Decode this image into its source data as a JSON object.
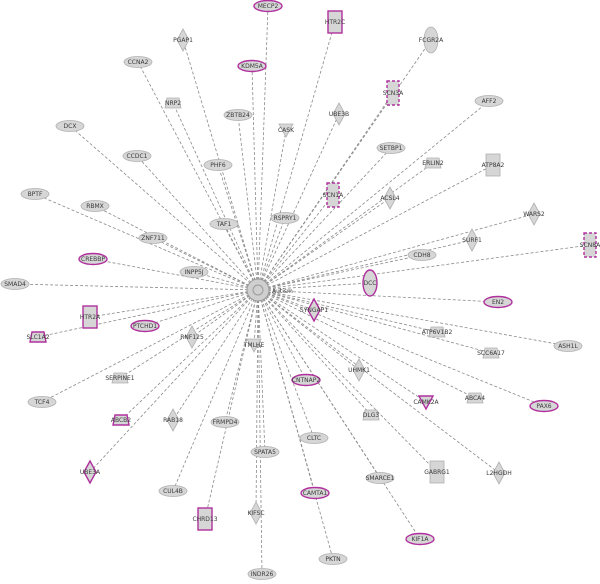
{
  "hub": {
    "label": "Autism"
  },
  "nodes": [
    {
      "id": "mecp2",
      "label": "MECP2",
      "shape": "ellipse",
      "hl": true
    },
    {
      "id": "htr2c",
      "label": "HTR2C",
      "shape": "rect",
      "hl": true
    },
    {
      "id": "pgap1",
      "label": "PGAP1",
      "shape": "diamond",
      "hl": false
    },
    {
      "id": "fcgr2a",
      "label": "FCGR2A",
      "shape": "ellipse-v",
      "hl": false
    },
    {
      "id": "ccna2",
      "label": "CCNA2",
      "shape": "ellipse",
      "hl": false
    },
    {
      "id": "kdm5a",
      "label": "KDM5A",
      "shape": "ellipse",
      "hl": true
    },
    {
      "id": "scn3a",
      "label": "SCN3A",
      "shape": "rect-dash",
      "hl": true
    },
    {
      "id": "nrp2",
      "label": "NRP2",
      "shape": "trapezoid",
      "hl": false
    },
    {
      "id": "zbtb24",
      "label": "ZBTB24",
      "shape": "ellipse",
      "hl": false
    },
    {
      "id": "ube3b",
      "label": "UBE3B",
      "shape": "diamond",
      "hl": false
    },
    {
      "id": "aff2",
      "label": "AFF2",
      "shape": "ellipse",
      "hl": false
    },
    {
      "id": "dcx",
      "label": "DCX",
      "shape": "ellipse",
      "hl": false
    },
    {
      "id": "cask",
      "label": "CASK",
      "shape": "triangle",
      "hl": false
    },
    {
      "id": "ccdc1",
      "label": "CCDC1",
      "shape": "ellipse",
      "hl": false
    },
    {
      "id": "phf6",
      "label": "PHF6",
      "shape": "ellipse",
      "hl": false
    },
    {
      "id": "setbp1",
      "label": "SETBP1",
      "shape": "ellipse",
      "hl": false
    },
    {
      "id": "erlin2",
      "label": "ERLIN2",
      "shape": "trapezoid",
      "hl": false
    },
    {
      "id": "atp8a2",
      "label": "ATP8A2",
      "shape": "rect",
      "hl": false
    },
    {
      "id": "bptf",
      "label": "BPTF",
      "shape": "ellipse",
      "hl": false
    },
    {
      "id": "scn1a",
      "label": "SCN1A",
      "shape": "rect-dash",
      "hl": true
    },
    {
      "id": "acsl4",
      "label": "ACSL4",
      "shape": "diamond",
      "hl": false
    },
    {
      "id": "rbmx",
      "label": "RBMX",
      "shape": "ellipse",
      "hl": false
    },
    {
      "id": "taf1",
      "label": "TAF1",
      "shape": "ellipse",
      "hl": false
    },
    {
      "id": "rspry1",
      "label": "RSPRY1",
      "shape": "ellipse",
      "hl": false
    },
    {
      "id": "wars2",
      "label": "WARS2",
      "shape": "diamond",
      "hl": false
    },
    {
      "id": "znf711",
      "label": "ZNF711",
      "shape": "ellipse",
      "hl": false
    },
    {
      "id": "surf1",
      "label": "SURF1",
      "shape": "diamond",
      "hl": false
    },
    {
      "id": "scn8a",
      "label": "SCN8A",
      "shape": "rect-dash",
      "hl": true
    },
    {
      "id": "crebbp",
      "label": "CREBBP",
      "shape": "ellipse",
      "hl": true
    },
    {
      "id": "inpp5j",
      "label": "INPP5J",
      "shape": "ellipse",
      "hl": false
    },
    {
      "id": "cdh8",
      "label": "CDH8",
      "shape": "ellipse",
      "hl": false
    },
    {
      "id": "smad4",
      "label": "SMAD4",
      "shape": "ellipse",
      "hl": false
    },
    {
      "id": "dcc",
      "label": "DCC",
      "shape": "ellipse-v",
      "hl": true
    },
    {
      "id": "en2",
      "label": "EN2",
      "shape": "ellipse",
      "hl": true
    },
    {
      "id": "htr2a",
      "label": "HTR2A",
      "shape": "rect",
      "hl": true
    },
    {
      "id": "syngap1",
      "label": "SYNGAP1",
      "shape": "diamond",
      "hl": true
    },
    {
      "id": "ptchd1",
      "label": "PTCHD1",
      "shape": "ellipse",
      "hl": true
    },
    {
      "id": "slc1a2",
      "label": "SLC1A2",
      "shape": "trapezoid",
      "hl": true
    },
    {
      "id": "rnf125",
      "label": "RNF125",
      "shape": "diamond",
      "hl": false
    },
    {
      "id": "atp6v1b2",
      "label": "ATP6V1B2",
      "shape": "trapezoid",
      "hl": false
    },
    {
      "id": "scc6a17",
      "label": "SCC6A17",
      "shape": "trapezoid",
      "hl": false
    },
    {
      "id": "ash1l",
      "label": "ASH1L",
      "shape": "ellipse",
      "hl": false
    },
    {
      "id": "tmlhe",
      "label": "TMLHE",
      "shape": "triangle",
      "hl": false
    },
    {
      "id": "serpine1",
      "label": "SERPINE1",
      "shape": "trapezoid",
      "hl": false
    },
    {
      "id": "cntnap2",
      "label": "CNTNAP2",
      "shape": "ellipse",
      "hl": true
    },
    {
      "id": "uhmk1",
      "label": "UHMK1",
      "shape": "diamond",
      "hl": false
    },
    {
      "id": "tcf4",
      "label": "TCF4",
      "shape": "ellipse",
      "hl": false
    },
    {
      "id": "abca4",
      "label": "ABCA4",
      "shape": "trapezoid",
      "hl": false
    },
    {
      "id": "camk2a",
      "label": "CAMK2A",
      "shape": "triangle",
      "hl": true
    },
    {
      "id": "pax6",
      "label": "PAX6",
      "shape": "ellipse",
      "hl": true
    },
    {
      "id": "abcb2",
      "label": "ABCB2",
      "shape": "trapezoid",
      "hl": true
    },
    {
      "id": "rab18",
      "label": "RAB18",
      "shape": "diamond",
      "hl": false
    },
    {
      "id": "frmpd4",
      "label": "FRMPD4",
      "shape": "ellipse",
      "hl": false
    },
    {
      "id": "dlg3",
      "label": "DLG3",
      "shape": "trapezoid",
      "hl": false
    },
    {
      "id": "spata5",
      "label": "SPATA5",
      "shape": "ellipse",
      "hl": false
    },
    {
      "id": "cltc",
      "label": "CLTC",
      "shape": "ellipse",
      "hl": false
    },
    {
      "id": "ube3a",
      "label": "UBE3A",
      "shape": "diamond",
      "hl": true
    },
    {
      "id": "gabrg1",
      "label": "GABRG1",
      "shape": "rect",
      "hl": false
    },
    {
      "id": "smarce1",
      "label": "SMARCE1",
      "shape": "ellipse",
      "hl": false
    },
    {
      "id": "l2hgdh",
      "label": "L2HGDH",
      "shape": "diamond",
      "hl": false
    },
    {
      "id": "cul4b",
      "label": "CUL4B",
      "shape": "ellipse",
      "hl": false
    },
    {
      "id": "camta1",
      "label": "CAMTA1",
      "shape": "ellipse",
      "hl": true
    },
    {
      "id": "chrd13",
      "label": "CHRD13",
      "shape": "rect",
      "hl": true
    },
    {
      "id": "kifsc",
      "label": "KIFSC",
      "shape": "diamond",
      "hl": false
    },
    {
      "id": "kif1a",
      "label": "KIF1A",
      "shape": "ellipse",
      "hl": true
    },
    {
      "id": "pktn",
      "label": "PKTN",
      "shape": "ellipse",
      "hl": false
    },
    {
      "id": "indr26",
      "label": "INDR26",
      "shape": "ellipse",
      "hl": false
    }
  ],
  "colors": {
    "node_fill": "#d6d6d6",
    "highlight_border": "#b0309e",
    "edge": "#8a8a8a"
  }
}
